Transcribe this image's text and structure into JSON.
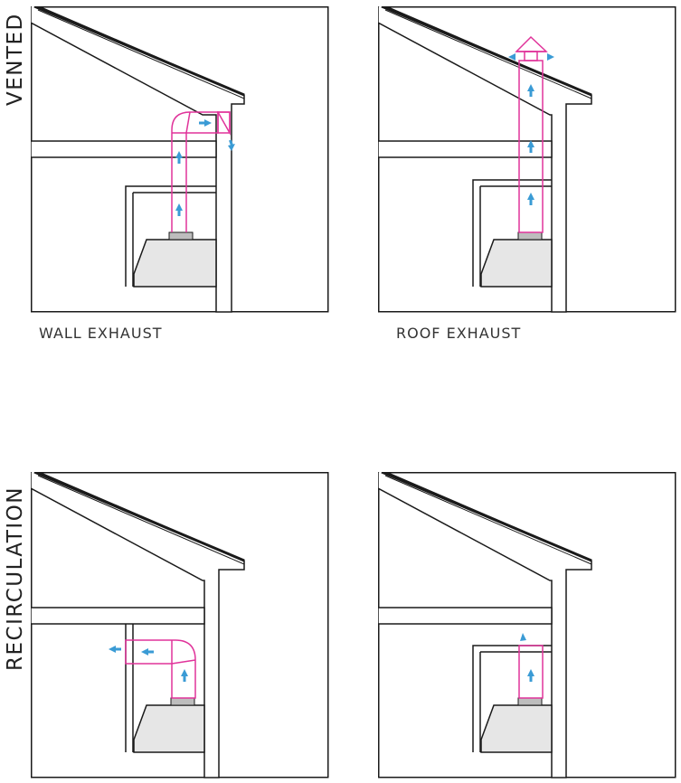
{
  "side_labels": {
    "vented": "VENTED",
    "recirculation": "RECIRCULATION"
  },
  "panels": [
    {
      "id": "wall-exhaust",
      "caption": "WALL EXHAUST",
      "row": "vented"
    },
    {
      "id": "roof-exhaust",
      "caption": "ROOF EXHAUST",
      "row": "vented"
    },
    {
      "id": "recirc-duct",
      "caption": "",
      "row": "recirculation"
    },
    {
      "id": "recirc-chimney",
      "caption": "",
      "row": "recirculation"
    }
  ],
  "colors": {
    "duct": "#e0339a",
    "airflow_arrow": "#3a9bd5",
    "outline": "#1a1a1a",
    "hood_fill": "#e6e6e6",
    "collar_fill": "#bdbdbd"
  },
  "icons": {
    "airflow": "airflow-arrow-icon"
  }
}
